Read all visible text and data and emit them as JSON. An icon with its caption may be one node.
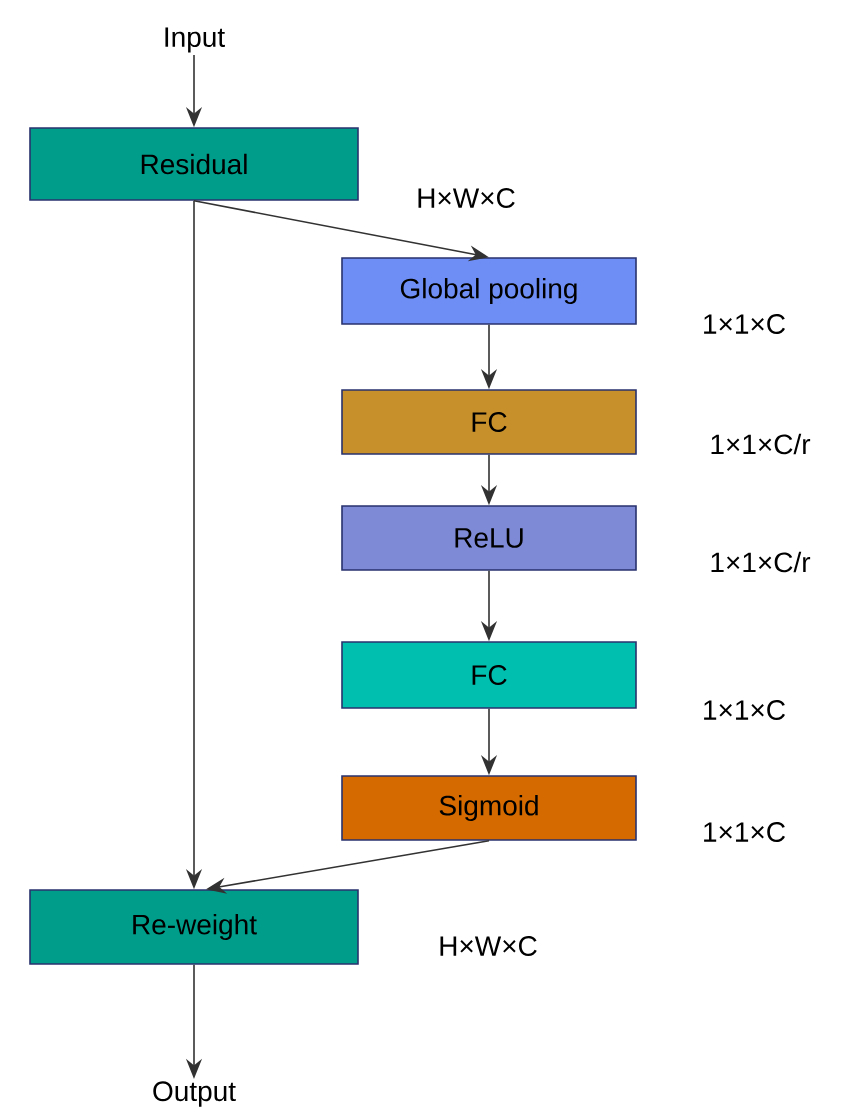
{
  "diagram": {
    "nodes": [
      {
        "text": [
          "Input"
        ]
      },
      {
        "text": [
          "Residual"
        ],
        "beside": [
          "H×W×C"
        ]
      },
      {
        "text": [
          "Global pooling"
        ],
        "beside": [
          "1×1×C"
        ]
      },
      {
        "text": [
          "FC"
        ],
        "beside": [
          "1×1×C/r"
        ]
      },
      {
        "text": [
          "ReLU"
        ],
        "beside": [
          "1×1×C/r"
        ]
      },
      {
        "text": [
          "FC"
        ],
        "beside": [
          "1×1×C"
        ]
      },
      {
        "text": [
          "Sigmoid"
        ],
        "beside": [
          "1×1×C"
        ]
      },
      {
        "text": [
          "Re-weight"
        ],
        "beside": [
          "H×W×C"
        ]
      },
      {
        "text": [
          "Output"
        ]
      }
    ],
    "edges": [
      {
        "from": 0,
        "to": 1,
        "arrow": "to"
      },
      {
        "from": 1,
        "to": 2,
        "arrow": "to"
      },
      {
        "from": 2,
        "to": 3,
        "arrow": "to"
      },
      {
        "from": 3,
        "to": 4,
        "arrow": "to"
      },
      {
        "from": 4,
        "to": 5,
        "arrow": "to"
      },
      {
        "from": 5,
        "to": 6,
        "arrow": "to"
      },
      {
        "from": 1,
        "to": 7,
        "arrow": "to"
      },
      {
        "from": 6,
        "to": 7,
        "arrow": "to"
      },
      {
        "from": 7,
        "to": 8,
        "arrow": "to"
      }
    ]
  }
}
